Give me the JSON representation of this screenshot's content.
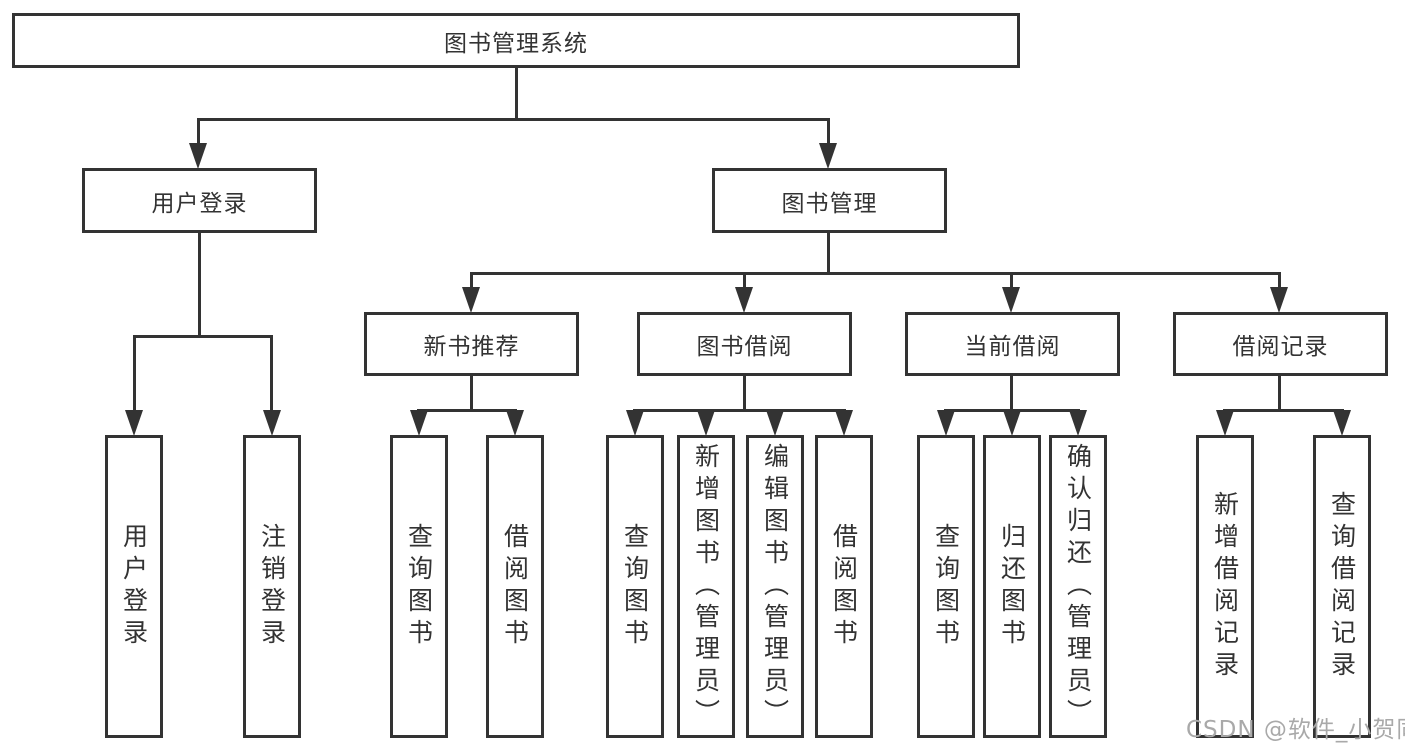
{
  "tree": {
    "root": {
      "label": "图书管理系统",
      "children": [
        {
          "label": "用户登录",
          "children": [
            {
              "label": "用户登录"
            },
            {
              "label": "注销登录"
            }
          ]
        },
        {
          "label": "图书管理",
          "children": [
            {
              "label": "新书推荐",
              "children": [
                {
                  "label": "查询图书"
                },
                {
                  "label": "借阅图书"
                }
              ]
            },
            {
              "label": "图书借阅",
              "children": [
                {
                  "label": "查询图书"
                },
                {
                  "label": "新增图书（管理员）"
                },
                {
                  "label": "编辑图书（管理员）"
                },
                {
                  "label": "借阅图书"
                }
              ]
            },
            {
              "label": "当前借阅",
              "children": [
                {
                  "label": "查询图书"
                },
                {
                  "label": "归还图书"
                },
                {
                  "label": "确认归还（管理员）"
                }
              ]
            },
            {
              "label": "借阅记录",
              "children": [
                {
                  "label": "新增借阅记录"
                },
                {
                  "label": "查询借阅记录"
                }
              ]
            }
          ]
        }
      ]
    }
  },
  "watermark": {
    "text": "CSDN @软件_小贺同学"
  },
  "colors": {
    "line": "#333333",
    "text": "#333333",
    "watermark": "#a9a9a9",
    "background": "#ffffff"
  }
}
